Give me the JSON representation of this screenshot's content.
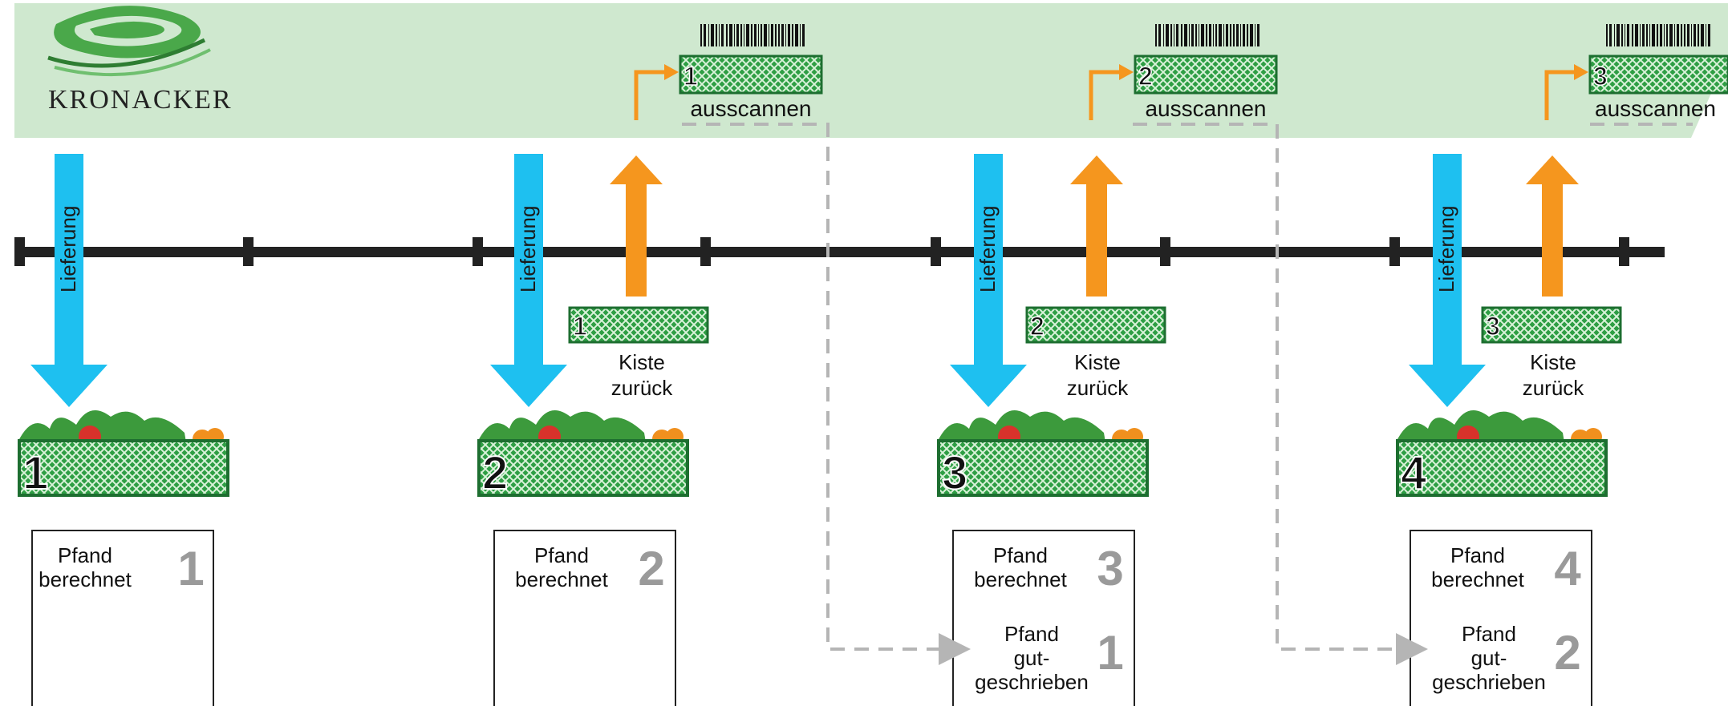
{
  "brand": {
    "name": "KRONACKER"
  },
  "colors": {
    "header_band": "#cfe8cf",
    "delivery_arrow": "#1ec0f0",
    "return_arrow": "#f5961e",
    "crate_green": "#2e9e44",
    "crate_dark": "#1d6e30",
    "timeline": "#222222",
    "dashed": "#b5b5b5",
    "big_number": "#9a9a9a"
  },
  "labels": {
    "delivery": "Lieferung",
    "scan": "ausscannen",
    "return_line1": "Kiste",
    "return_line2": "zurück",
    "deposit_line1": "Pfand",
    "deposit_line2": "berechnet",
    "credit_line1": "Pfand",
    "credit_line2": "gut-",
    "credit_line3": "geschrieben"
  },
  "cycles": [
    {
      "crate_number": "1",
      "deposit_number": "1"
    },
    {
      "crate_number": "2",
      "deposit_number": "2",
      "returned_crate": "1",
      "credit_number": ""
    },
    {
      "crate_number": "3",
      "deposit_number": "3",
      "returned_crate": "2",
      "credit_number": "1"
    },
    {
      "crate_number": "4",
      "deposit_number": "4",
      "returned_crate": "3",
      "credit_number": "2"
    }
  ]
}
